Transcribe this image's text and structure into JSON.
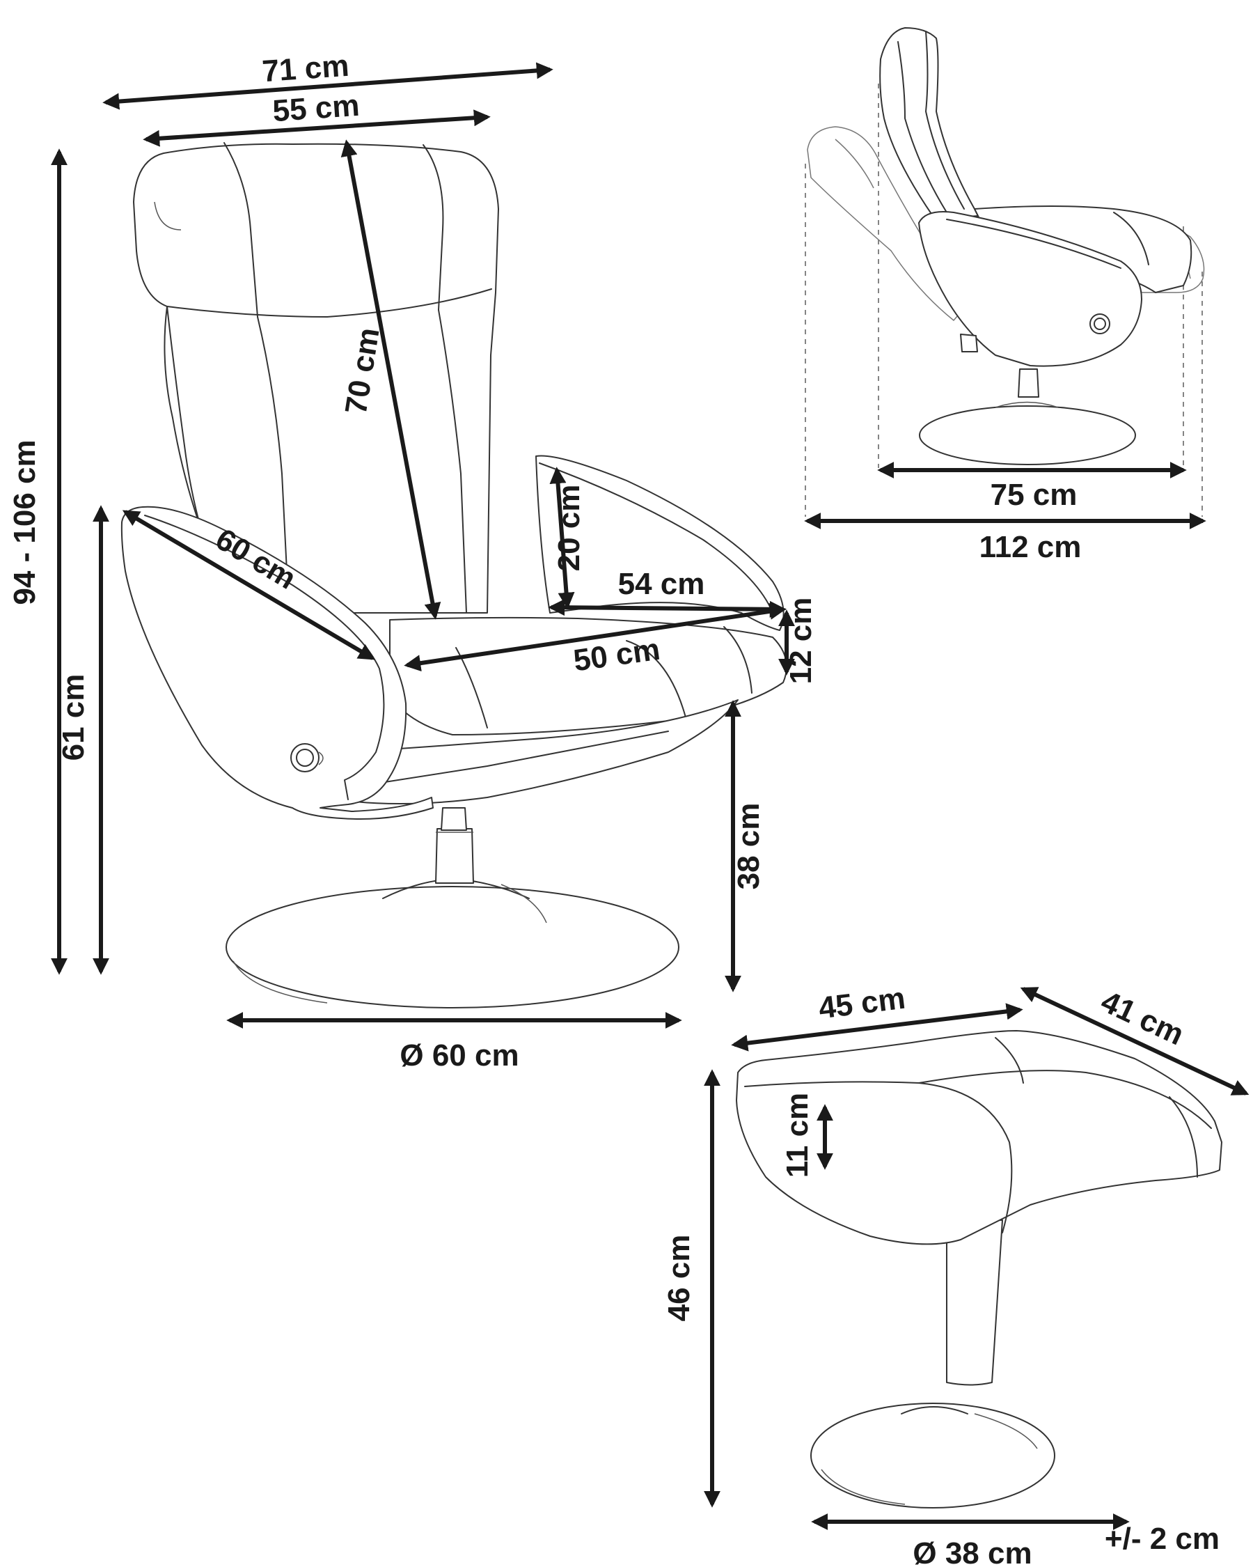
{
  "labels": {
    "overall_width": "71 cm",
    "back_width": "55 cm",
    "backrest_height": "70 cm",
    "total_height": "94 - 106 cm",
    "arm_height": "61 cm",
    "arm_length": "60 cm",
    "armrest_rise": "20 cm",
    "seat_width": "54 cm",
    "seat_depth": "50 cm",
    "seat_thickness": "12 cm",
    "seat_height": "38 cm",
    "chair_base": "Ø 60 cm",
    "recline_depth": "75 cm",
    "recline_length": "112 cm",
    "footstool_width": "45 cm",
    "footstool_depth": "41 cm",
    "footstool_cushion": "11 cm",
    "footstool_height": "46 cm",
    "footstool_base": "Ø 38 cm",
    "tolerance": "+/- 2 cm"
  },
  "colors": {
    "line": "#333333",
    "dimension": "#1a1a1a",
    "background": "#ffffff"
  }
}
